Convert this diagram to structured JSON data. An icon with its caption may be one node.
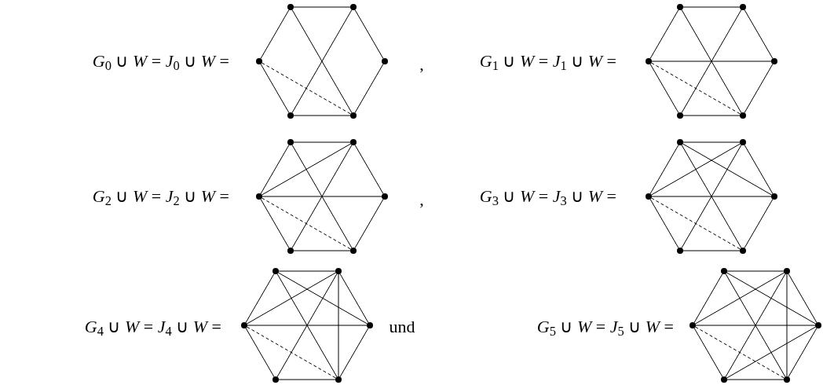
{
  "diagram": {
    "nodes": [
      {
        "text": [],
        "shape": "circle"
      },
      {
        "text": [],
        "shape": "circle"
      },
      {
        "text": [],
        "shape": "circle"
      },
      {
        "text": [],
        "shape": "circle"
      },
      {
        "text": [],
        "shape": "circle"
      },
      {
        "text": [],
        "shape": "circle"
      },
      {
        "text": [],
        "shape": "circle"
      },
      {
        "text": [],
        "shape": "circle"
      },
      {
        "text": [],
        "shape": "circle"
      },
      {
        "text": [],
        "shape": "circle"
      },
      {
        "text": [],
        "shape": "circle"
      },
      {
        "text": [],
        "shape": "circle"
      },
      {
        "text": [],
        "shape": "circle"
      },
      {
        "text": [],
        "shape": "circle"
      },
      {
        "text": [],
        "shape": "circle"
      },
      {
        "text": [],
        "shape": "circle"
      },
      {
        "text": [],
        "shape": "circle"
      },
      {
        "text": [],
        "shape": "circle"
      },
      {
        "text": [],
        "shape": "circle"
      },
      {
        "text": [],
        "shape": "circle"
      },
      {
        "text": [],
        "shape": "circle"
      },
      {
        "text": [],
        "shape": "circle"
      },
      {
        "text": [],
        "shape": "circle"
      },
      {
        "text": [],
        "shape": "circle"
      },
      {
        "text": [],
        "shape": "circle"
      },
      {
        "text": [],
        "shape": "circle"
      },
      {
        "text": [],
        "shape": "circle"
      },
      {
        "text": [],
        "shape": "circle"
      },
      {
        "text": [],
        "shape": "circle"
      },
      {
        "text": [],
        "shape": "circle"
      },
      {
        "text": [],
        "shape": "circle"
      },
      {
        "text": [],
        "shape": "circle"
      },
      {
        "text": [],
        "shape": "circle"
      },
      {
        "text": [],
        "shape": "circle"
      },
      {
        "text": [],
        "shape": "circle"
      },
      {
        "text": [],
        "shape": "circle"
      }
    ],
    "edges": [
      {
        "from": 0,
        "to": 1,
        "arrow": "none"
      },
      {
        "from": 1,
        "to": 2,
        "arrow": "none"
      },
      {
        "from": 2,
        "to": 3,
        "arrow": "none"
      },
      {
        "from": 3,
        "to": 4,
        "arrow": "none"
      },
      {
        "from": 4,
        "to": 5,
        "arrow": "none"
      },
      {
        "from": 5,
        "to": 0,
        "arrow": "none"
      },
      {
        "from": 0,
        "to": 3,
        "arrow": "none"
      },
      {
        "from": 1,
        "to": 4,
        "arrow": "none"
      },
      {
        "from": 5,
        "to": 3,
        "arrow": "none",
        "style": "dashed"
      },
      {
        "from": 6,
        "to": 7,
        "arrow": "none"
      },
      {
        "from": 7,
        "to": 8,
        "arrow": "none"
      },
      {
        "from": 8,
        "to": 9,
        "arrow": "none"
      },
      {
        "from": 9,
        "to": 10,
        "arrow": "none"
      },
      {
        "from": 10,
        "to": 11,
        "arrow": "none"
      },
      {
        "from": 11,
        "to": 6,
        "arrow": "none"
      },
      {
        "from": 6,
        "to": 9,
        "arrow": "none"
      },
      {
        "from": 7,
        "to": 10,
        "arrow": "none"
      },
      {
        "from": 11,
        "to": 9,
        "arrow": "none",
        "style": "dashed"
      },
      {
        "from": 11,
        "to": 8,
        "arrow": "none"
      },
      {
        "from": 12,
        "to": 13,
        "arrow": "none"
      },
      {
        "from": 13,
        "to": 14,
        "arrow": "none"
      },
      {
        "from": 14,
        "to": 15,
        "arrow": "none"
      },
      {
        "from": 15,
        "to": 16,
        "arrow": "none"
      },
      {
        "from": 16,
        "to": 17,
        "arrow": "none"
      },
      {
        "from": 17,
        "to": 12,
        "arrow": "none"
      },
      {
        "from": 12,
        "to": 15,
        "arrow": "none"
      },
      {
        "from": 13,
        "to": 16,
        "arrow": "none"
      },
      {
        "from": 17,
        "to": 15,
        "arrow": "none",
        "style": "dashed"
      },
      {
        "from": 17,
        "to": 14,
        "arrow": "none"
      },
      {
        "from": 17,
        "to": 13,
        "arrow": "none"
      },
      {
        "from": 18,
        "to": 19,
        "arrow": "none"
      },
      {
        "from": 19,
        "to": 20,
        "arrow": "none"
      },
      {
        "from": 20,
        "to": 21,
        "arrow": "none"
      },
      {
        "from": 21,
        "to": 22,
        "arrow": "none"
      },
      {
        "from": 22,
        "to": 23,
        "arrow": "none"
      },
      {
        "from": 23,
        "to": 18,
        "arrow": "none"
      },
      {
        "from": 18,
        "to": 21,
        "arrow": "none"
      },
      {
        "from": 19,
        "to": 22,
        "arrow": "none"
      },
      {
        "from": 23,
        "to": 21,
        "arrow": "none",
        "style": "dashed"
      },
      {
        "from": 23,
        "to": 20,
        "arrow": "none"
      },
      {
        "from": 23,
        "to": 19,
        "arrow": "none"
      },
      {
        "from": 18,
        "to": 20,
        "arrow": "none"
      },
      {
        "from": 24,
        "to": 25,
        "arrow": "none"
      },
      {
        "from": 25,
        "to": 26,
        "arrow": "none"
      },
      {
        "from": 26,
        "to": 27,
        "arrow": "none"
      },
      {
        "from": 27,
        "to": 28,
        "arrow": "none"
      },
      {
        "from": 28,
        "to": 29,
        "arrow": "none"
      },
      {
        "from": 29,
        "to": 24,
        "arrow": "none"
      },
      {
        "from": 24,
        "to": 27,
        "arrow": "none"
      },
      {
        "from": 25,
        "to": 28,
        "arrow": "none"
      },
      {
        "from": 29,
        "to": 27,
        "arrow": "none",
        "style": "dashed"
      },
      {
        "from": 29,
        "to": 26,
        "arrow": "none"
      },
      {
        "from": 29,
        "to": 25,
        "arrow": "none"
      },
      {
        "from": 24,
        "to": 26,
        "arrow": "none"
      },
      {
        "from": 25,
        "to": 27,
        "arrow": "none"
      },
      {
        "from": 30,
        "to": 31,
        "arrow": "none"
      },
      {
        "from": 31,
        "to": 32,
        "arrow": "none"
      },
      {
        "from": 32,
        "to": 33,
        "arrow": "none"
      },
      {
        "from": 33,
        "to": 34,
        "arrow": "none"
      },
      {
        "from": 34,
        "to": 35,
        "arrow": "none"
      },
      {
        "from": 35,
        "to": 30,
        "arrow": "none"
      },
      {
        "from": 30,
        "to": 33,
        "arrow": "none"
      },
      {
        "from": 31,
        "to": 34,
        "arrow": "none"
      },
      {
        "from": 35,
        "to": 33,
        "arrow": "none",
        "style": "dashed"
      },
      {
        "from": 35,
        "to": 32,
        "arrow": "none"
      },
      {
        "from": 35,
        "to": 31,
        "arrow": "none"
      },
      {
        "from": 30,
        "to": 32,
        "arrow": "none"
      },
      {
        "from": 31,
        "to": 33,
        "arrow": "none"
      },
      {
        "from": 32,
        "to": 34,
        "arrow": "none"
      }
    ],
    "labels": [
      "*G*$_{0}$ ∪ *W* = *J*$_{0}$ ∪ *W* =",
      ",",
      "*G*$_{1}$ ∪ *W* = *J*$_{1}$ ∪ *W* =",
      "*G*$_{2}$ ∪ *W* = *J*$_{2}$ ∪ *W* =",
      ",",
      "*G*$_{3}$ ∪ *W* = *J*$_{3}$ ∪ *W* =",
      "*G*$_{4}$ ∪ *W* = *J*$_{4}$ ∪ *W* =",
      "und",
      "*G*$_{5}$ ∪ *W* = *J*$_{5}$ ∪ *W* ="
    ]
  }
}
